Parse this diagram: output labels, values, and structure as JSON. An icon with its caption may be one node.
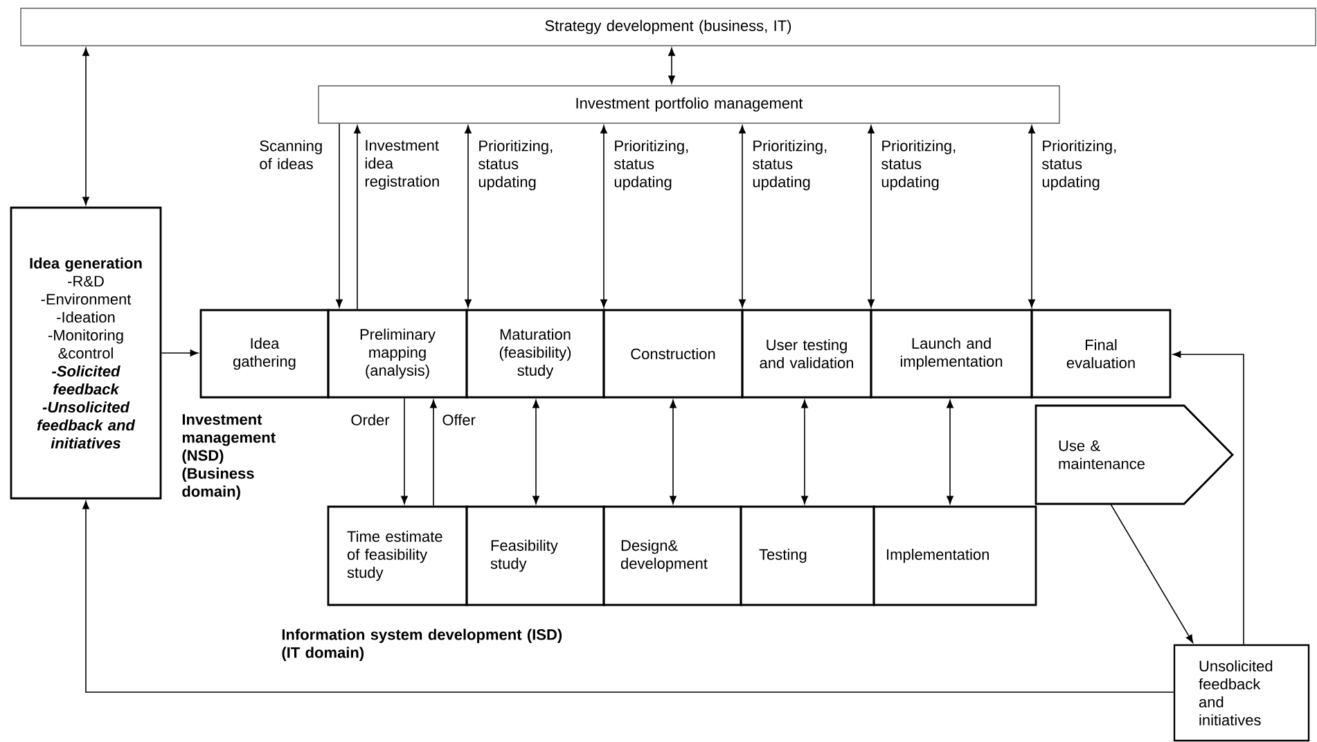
{
  "diagram": {
    "nodes": [
      {
        "text": [
          "Strategy development (business, IT)"
        ]
      },
      {
        "text": [
          "Investment portfolio management"
        ]
      },
      {
        "text": [
          "Idea generation",
          "-R&D",
          "-Environment",
          "-Ideation",
          "-Monitoring &control",
          "-Solicited feedback",
          "-Unsolicited feedback and initiatives"
        ]
      },
      {
        "text": [
          "Idea gathering"
        ]
      },
      {
        "text": [
          "Preliminary mapping (analysis)"
        ]
      },
      {
        "text": [
          "Maturation (feasibility) study"
        ]
      },
      {
        "text": [
          "Construction"
        ]
      },
      {
        "text": [
          "User testing and validation"
        ]
      },
      {
        "text": [
          "Launch and implementation"
        ]
      },
      {
        "text": [
          "Final evaluation"
        ]
      },
      {
        "text": [
          "Use & maintenance"
        ]
      },
      {
        "text": [
          "Time estimate of feasibility study"
        ]
      },
      {
        "text": [
          "Feasibility study"
        ]
      },
      {
        "text": [
          "Design& development"
        ]
      },
      {
        "text": [
          "Testing"
        ]
      },
      {
        "text": [
          "Implementation"
        ]
      },
      {
        "text": [
          "Unsolicited feedback and initiatives"
        ]
      }
    ],
    "edges": [
      {
        "from": 0,
        "to": 1,
        "arrow": "both"
      },
      {
        "from": 0,
        "to": 2,
        "arrow": "both"
      },
      {
        "from": 2,
        "to": 3,
        "arrow": "to"
      },
      {
        "from": 1,
        "to": 3,
        "arrow": "to",
        "label": "Scanning of ideas"
      },
      {
        "from": 4,
        "to": 1,
        "arrow": "to",
        "label": "Investment idea registration"
      },
      {
        "from": 1,
        "to": 5,
        "arrow": "both",
        "label": "Prioritizing, status updating"
      },
      {
        "from": 1,
        "to": 6,
        "arrow": "both",
        "label": "Prioritizing, status updating"
      },
      {
        "from": 1,
        "to": 7,
        "arrow": "both",
        "label": "Prioritizing, status updating"
      },
      {
        "from": 1,
        "to": 8,
        "arrow": "both",
        "label": "Prioritizing, status updating"
      },
      {
        "from": 1,
        "to": 9,
        "arrow": "both",
        "label": "Prioritizing, status updating"
      },
      {
        "from": 4,
        "to": 11,
        "arrow": "to",
        "label": "Order"
      },
      {
        "from": 11,
        "to": 4,
        "arrow": "to",
        "label": "Offer"
      },
      {
        "from": 5,
        "to": 12,
        "arrow": "both"
      },
      {
        "from": 6,
        "to": 13,
        "arrow": "both"
      },
      {
        "from": 7,
        "to": 14,
        "arrow": "both"
      },
      {
        "from": 8,
        "to": 15,
        "arrow": "both"
      },
      {
        "from": 10,
        "to": 16,
        "arrow": "to"
      },
      {
        "from": 16,
        "to": 9,
        "arrow": "to"
      },
      {
        "from": 16,
        "to": 2,
        "arrow": "to"
      }
    ],
    "labels": [
      "Investment management (NSD) (Business domain)",
      "Information system development (ISD) (IT domain)"
    ]
  }
}
